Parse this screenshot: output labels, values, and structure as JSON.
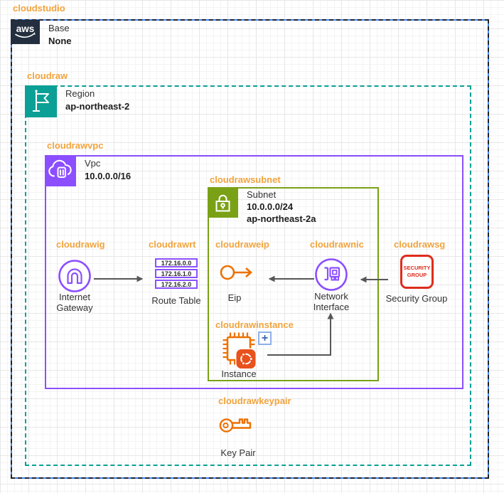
{
  "colors": {
    "label_orange": "#F2A33C",
    "aws_navy": "#232F3E",
    "region_teal": "#0AA096",
    "vpc_purple": "#8C4FFF",
    "subnet_green": "#7AA116",
    "security_red": "#DF2C1C",
    "resource_orange": "#ED7100",
    "ubuntu_orange": "#E9511D",
    "arrow_gray": "#575757",
    "selection_blue": "#4285F4"
  },
  "studio": {
    "label": "cloudstudio",
    "aws_logo": "aws",
    "title": "Base",
    "value": "None"
  },
  "region": {
    "label": "cloudraw",
    "title": "Region",
    "value": "ap-northeast-2"
  },
  "vpc": {
    "label": "cloudrawvpc",
    "title": "Vpc",
    "value": "10.0.0.0/16"
  },
  "subnet": {
    "label": "cloudrawsubnet",
    "title": "Subnet",
    "cidr": "10.0.0.0/24",
    "az": "ap-northeast-2a"
  },
  "nodes": {
    "internet_gateway": {
      "label": "cloudrawig",
      "caption": "Internet Gateway"
    },
    "route_table": {
      "label": "cloudrawrt",
      "caption": "Route Table",
      "routes": [
        "172.16.0.0",
        "172.16.1.0",
        "172.16.2.0"
      ]
    },
    "eip": {
      "label": "cloudraweip",
      "caption": "Eip"
    },
    "network_interface": {
      "label": "cloudrawnic",
      "caption": "Network Interface"
    },
    "security_group": {
      "label": "cloudrawsg",
      "caption": "Security Group",
      "badge": [
        "SECURITY",
        "GROUP"
      ]
    },
    "instance": {
      "label": "cloudrawinstance",
      "caption": "Instance",
      "add_button": "+"
    },
    "key_pair": {
      "label": "cloudrawkeypair",
      "caption": "Key Pair"
    }
  }
}
